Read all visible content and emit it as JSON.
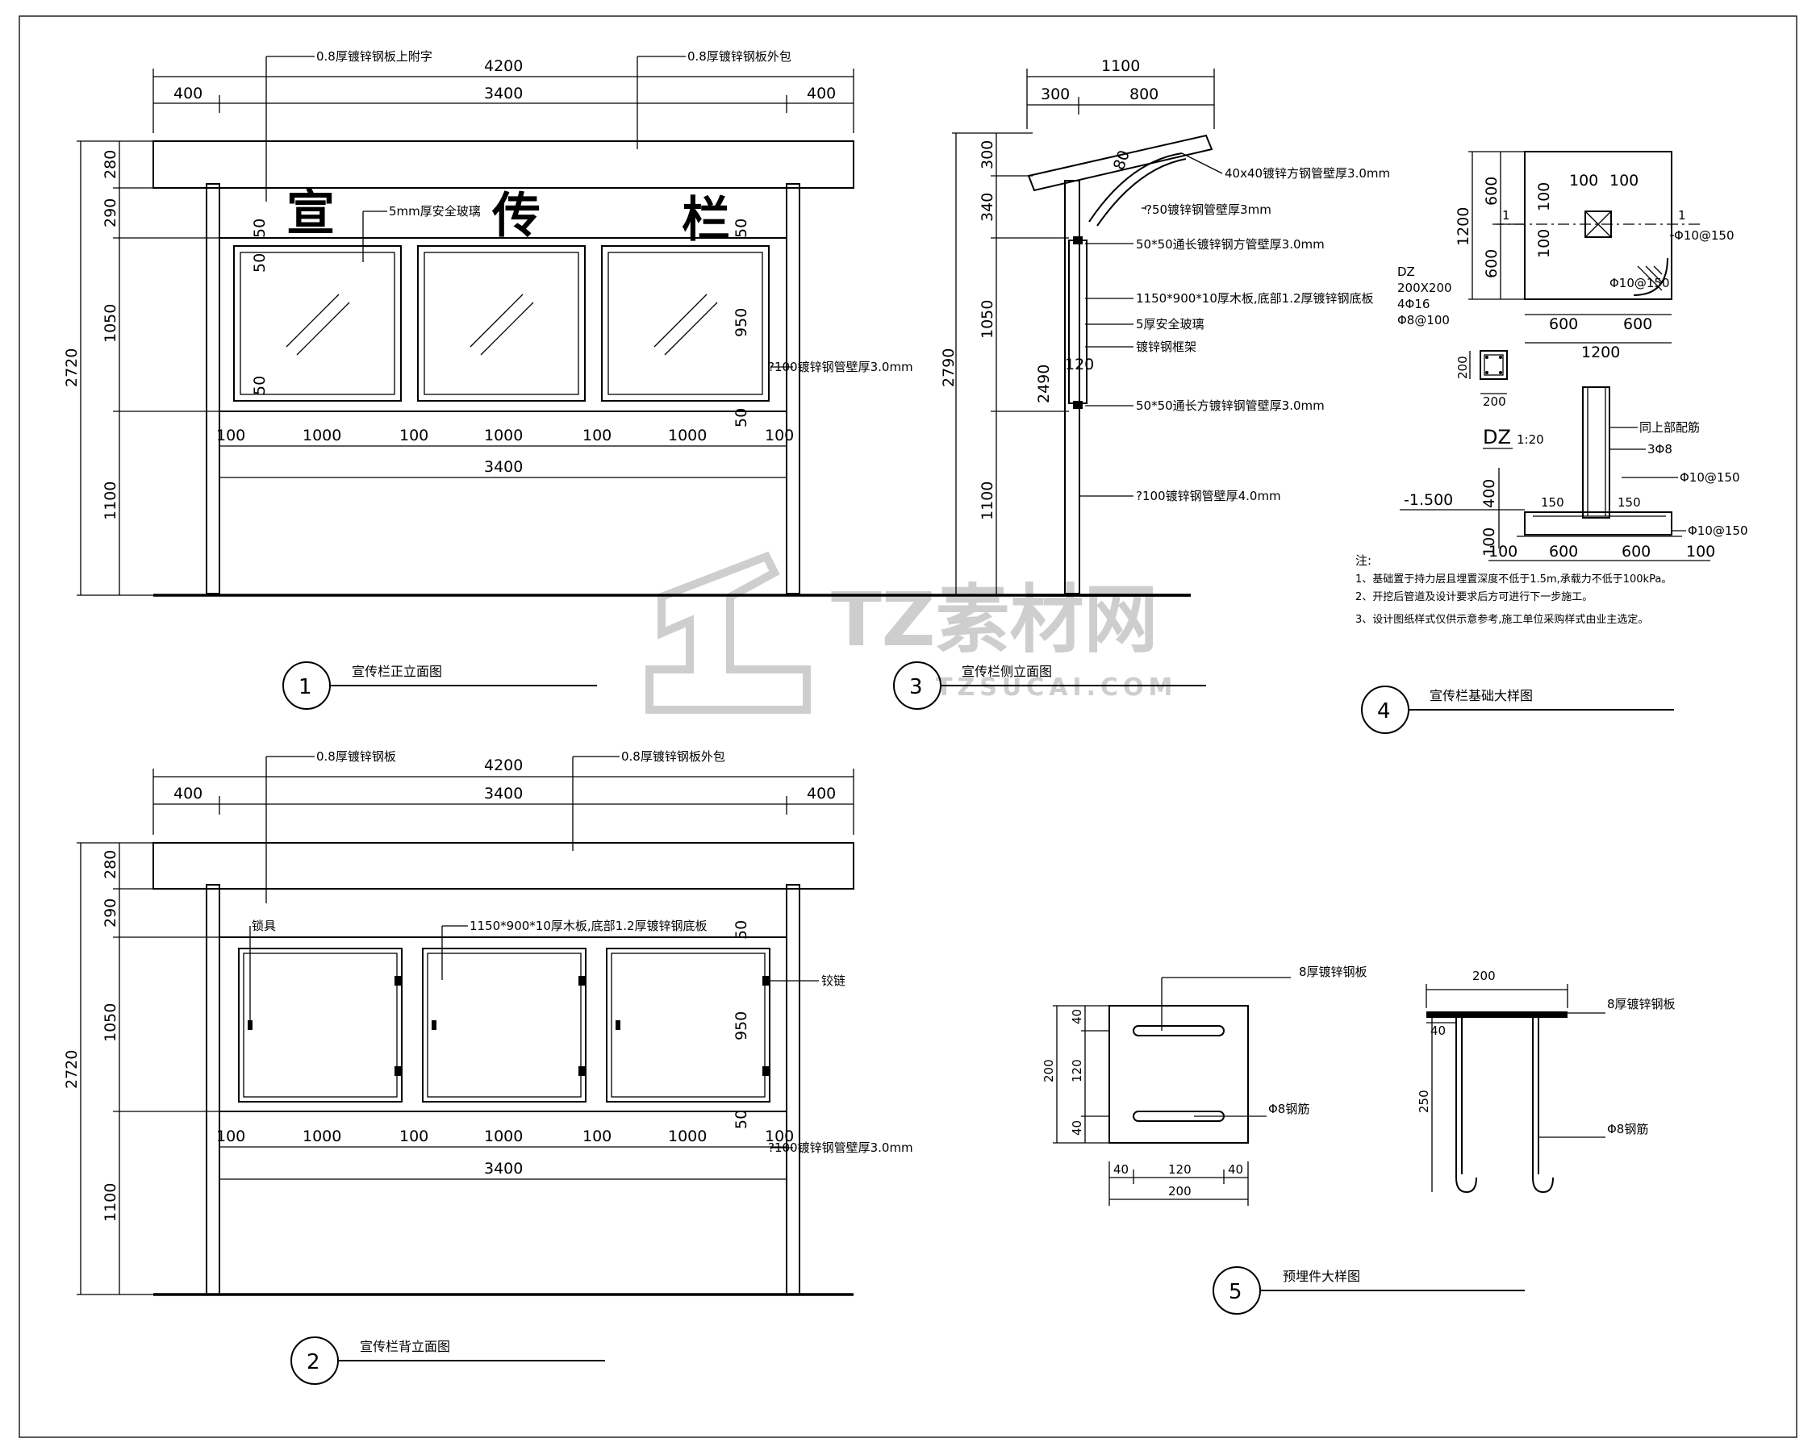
{
  "watermark": {
    "brand": "TZ素材网",
    "domain": "TZSUCAI.COM"
  },
  "drawings": {
    "d1": {
      "number": "1",
      "title": "宣传栏正立面图",
      "callouts": [
        "0.8厚镀锌钢板上附字",
        "0.8厚镀锌钢板外包",
        "5mm厚安全玻璃",
        "?100镀锌钢管壁厚3.0mm"
      ],
      "sign_chars": [
        "宣",
        "传",
        "栏"
      ],
      "top_dims": [
        "4200",
        "400",
        "3400",
        "400"
      ],
      "left_dims": [
        "280",
        "290",
        "1050",
        "1100"
      ],
      "total_height": "2720",
      "inner_dims": [
        "50",
        "50",
        "50",
        "50",
        "50",
        "950"
      ],
      "bottom_dims": [
        "100",
        "1000",
        "100",
        "1000",
        "100",
        "1000",
        "100"
      ],
      "bottom_total": "3400"
    },
    "d2": {
      "number": "2",
      "title": "宣传栏背立面图",
      "callouts": [
        "0.8厚镀锌钢板",
        "0.8厚镀锌钢板外包",
        "锁具",
        "1150*900*10厚木板,底部1.2厚镀锌钢底板",
        "铰链",
        "?100镀锌钢管壁厚3.0mm"
      ],
      "top_dims": [
        "4200",
        "400",
        "3400",
        "400"
      ],
      "left_dims": [
        "280",
        "290",
        "1050",
        "1100"
      ],
      "total_height": "2720",
      "inner_dims": [
        "50",
        "950",
        "50"
      ],
      "bottom_dims": [
        "100",
        "1000",
        "100",
        "1000",
        "100",
        "1000",
        "100"
      ],
      "bottom_total": "3400"
    },
    "d3": {
      "number": "3",
      "title": "宣传栏侧立面图",
      "top_dims": [
        "1100",
        "300",
        "800"
      ],
      "left_dims": [
        "300",
        "340",
        "1050",
        "1100"
      ],
      "total_height": "2790",
      "inner_dims": [
        "2490",
        "120",
        "80"
      ],
      "callouts": [
        "40x40镀锌方钢管壁厚3.0mm",
        "?50镀锌钢管壁厚3mm",
        "50*50通长镀锌钢方管壁厚3.0mm",
        "1150*900*10厚木板,底部1.2厚镀锌钢底板",
        "5厚安全玻璃",
        "镀锌钢框架",
        "50*50通长方镀锌钢管壁厚3.0mm",
        "?100镀锌钢管壁厚4.0mm"
      ]
    },
    "d4": {
      "number": "4",
      "title": "宣传栏基础大样图",
      "plan_dims": [
        "1200",
        "600",
        "600",
        "100",
        "100",
        "100",
        "100",
        "600",
        "600",
        "1200"
      ],
      "section_mark": "1",
      "rebar_labels": [
        "Φ10@150",
        "Φ10@150"
      ],
      "dz_label": "DZ",
      "dz_spec": [
        "200X200",
        "4Φ16",
        "Φ8@100"
      ],
      "dz_dims": [
        "200",
        "200"
      ],
      "section_title": "DZ",
      "section_scale": "1:20",
      "section_labels": [
        "同上部配筋",
        "3Φ8",
        "Φ10@150",
        "Φ10@150"
      ],
      "elevation": "-1.500",
      "section_dims": [
        "150",
        "150",
        "400",
        "100",
        "100",
        "600",
        "600",
        "100"
      ],
      "notes_head": "注:",
      "notes": [
        "1、基础置于持力层且埋置深度不低于1.5m,承载力不低于100kPa。",
        "2、开挖后管道及设计要求后方可进行下一步施工。",
        "3、设计图纸样式仅供示意参考,施工单位采购样式由业主选定。"
      ]
    },
    "d5": {
      "number": "5",
      "title": "预埋件大样图",
      "plate_label": "8厚镀锌钢板",
      "bar_label": "Φ8钢筋",
      "plan_dims_v": [
        "40",
        "120",
        "40",
        "200"
      ],
      "plan_dims_h": [
        "40",
        "120",
        "40",
        "200"
      ],
      "sec_dims": [
        "200",
        "40",
        "250"
      ],
      "sec_labels": [
        "8厚镀锌钢板",
        "Φ8钢筋"
      ]
    }
  }
}
